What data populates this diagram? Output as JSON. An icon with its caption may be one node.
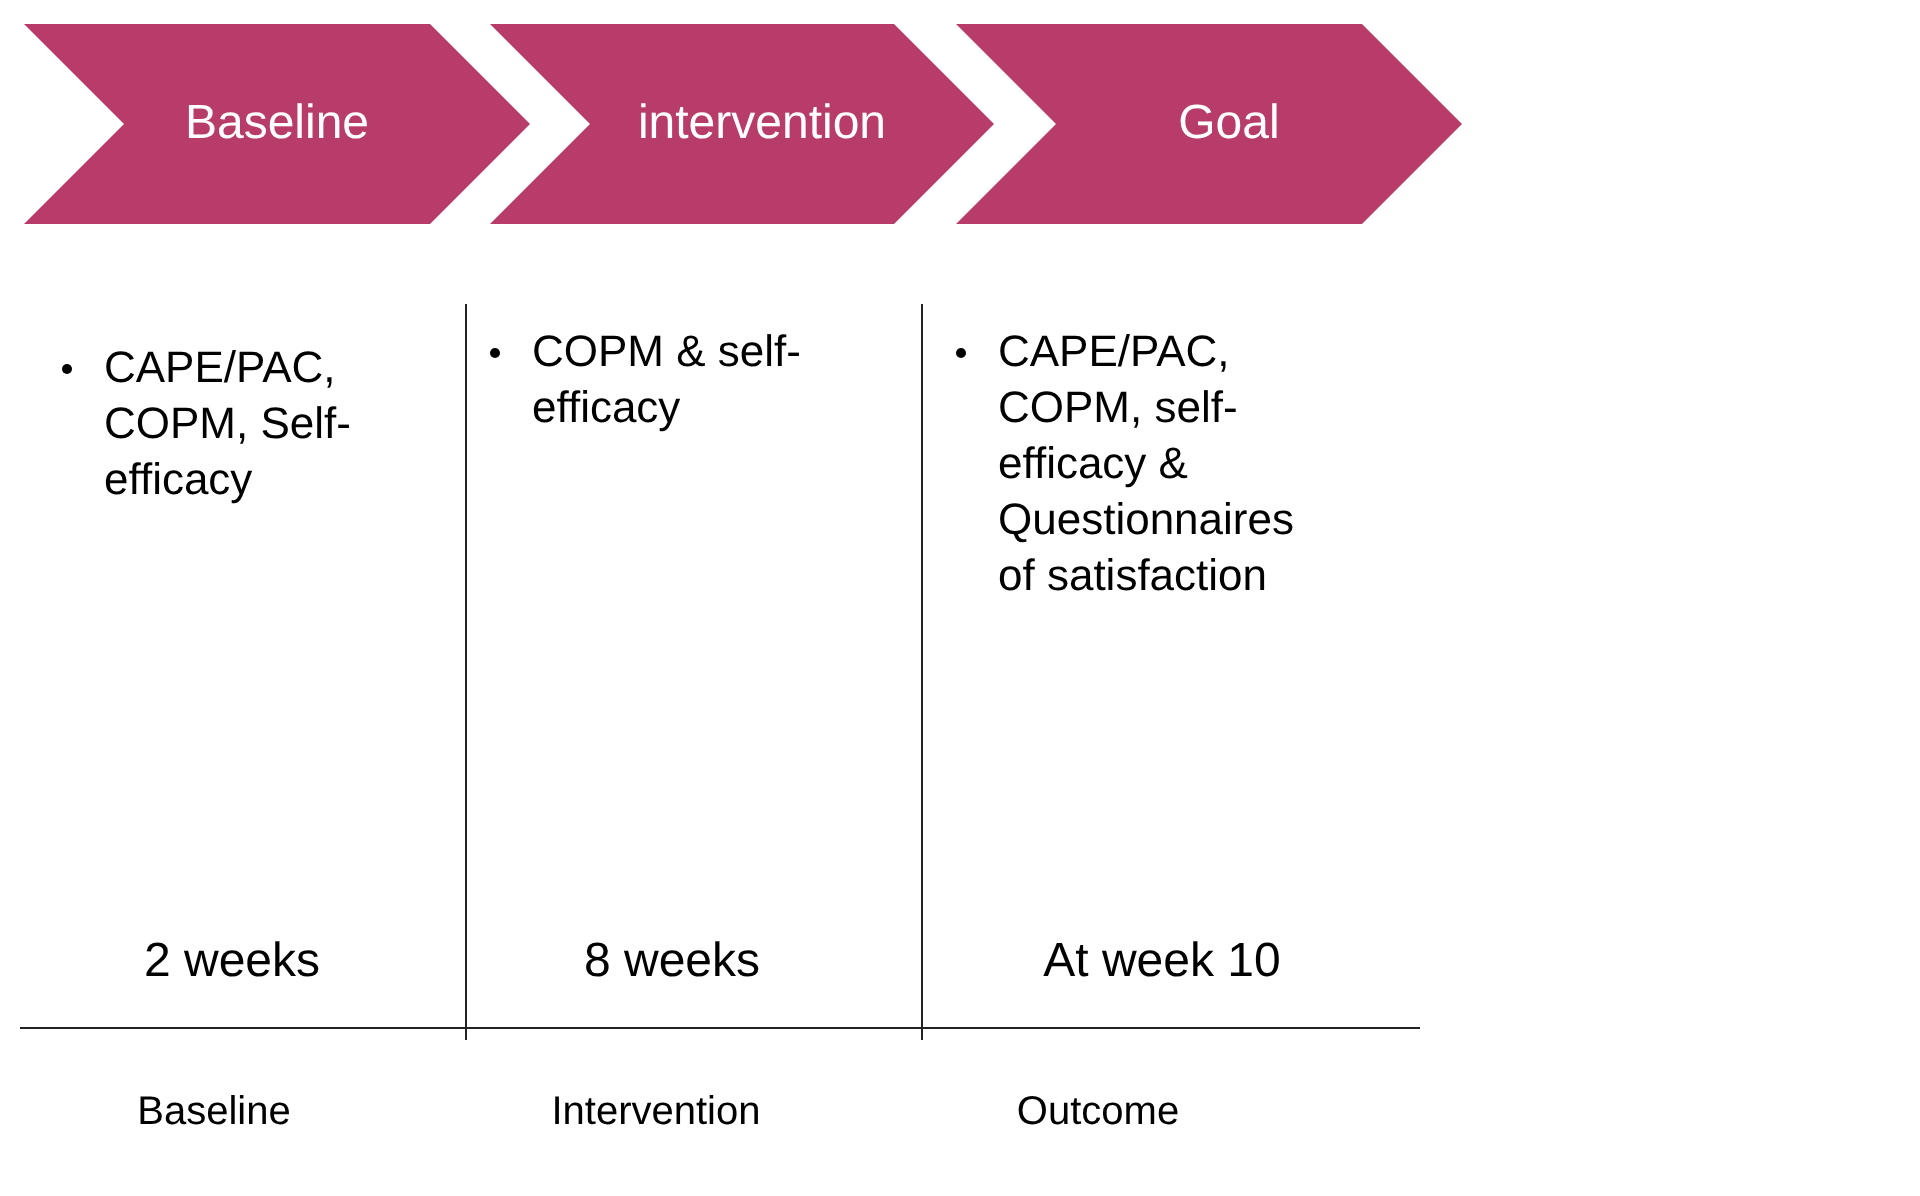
{
  "diagram": {
    "nodes": [
      {
        "text": [
          "Baseline"
        ]
      },
      {
        "text": [
          "intervention"
        ]
      },
      {
        "text": [
          "Goal"
        ]
      }
    ],
    "labels": [
      "CAPE/PAC, COPM, Self-efficacy",
      "COPM & self-efficacy",
      "CAPE/PAC, COPM, self-efficacy & Questionnaires of satisfaction",
      "2 weeks",
      "8 weeks",
      "At week 10",
      "Baseline",
      "Intervention",
      "Outcome"
    ]
  }
}
